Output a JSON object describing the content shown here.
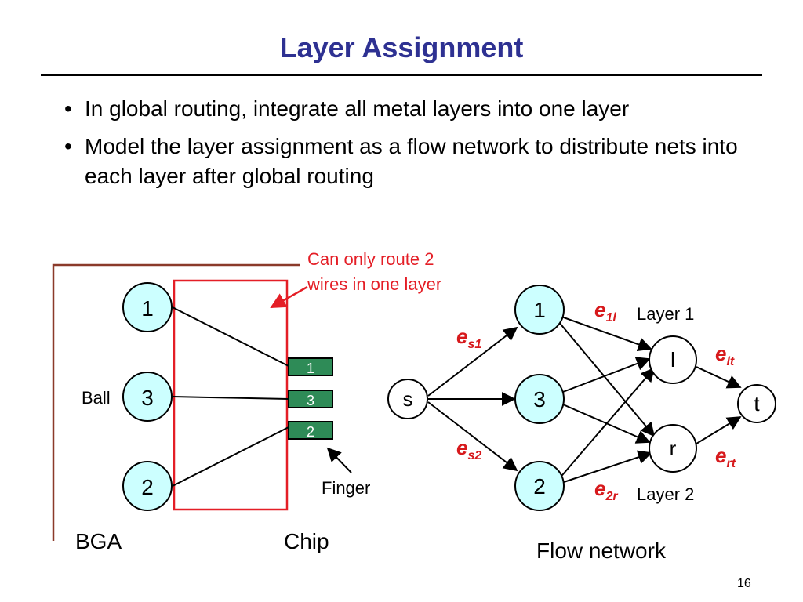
{
  "slide": {
    "title": "Layer Assignment",
    "page_number": "16",
    "bullets": [
      "In global routing, integrate all metal layers into one layer",
      "Model the layer assignment as a flow network to distribute nets into each layer after global routing"
    ]
  },
  "bga": {
    "label": "BGA",
    "ball_label": "Ball",
    "balls": [
      "1",
      "3",
      "2"
    ],
    "chip_label": "Chip",
    "fingers": [
      "1",
      "3",
      "2"
    ],
    "finger_label": "Finger",
    "annotation": [
      "Can only route 2",
      "wires in one layer"
    ]
  },
  "flow": {
    "caption": "Flow network",
    "source": "s",
    "sink": "t",
    "net_nodes": [
      "1",
      "3",
      "2"
    ],
    "layer_nodes": [
      "l",
      "r"
    ],
    "layer1_label": "Layer 1",
    "layer2_label": "Layer 2",
    "edge_labels": {
      "es1": {
        "base": "e",
        "sub": "s1"
      },
      "es2": {
        "base": "e",
        "sub": "s2"
      },
      "e1l": {
        "base": "e",
        "sub": "1l"
      },
      "e2r": {
        "base": "e",
        "sub": "2r"
      },
      "elt": {
        "base": "e",
        "sub": "lt"
      },
      "ert": {
        "base": "e",
        "sub": "rt"
      }
    }
  },
  "colors": {
    "title": "#2e3192",
    "node_fill": "#ccffff",
    "finger_fill": "#2e8b57",
    "chip_outline": "#e41e26",
    "annotation": "#e41e26",
    "edge_label": "#d7191c",
    "bracket": "#8b3a2a"
  }
}
